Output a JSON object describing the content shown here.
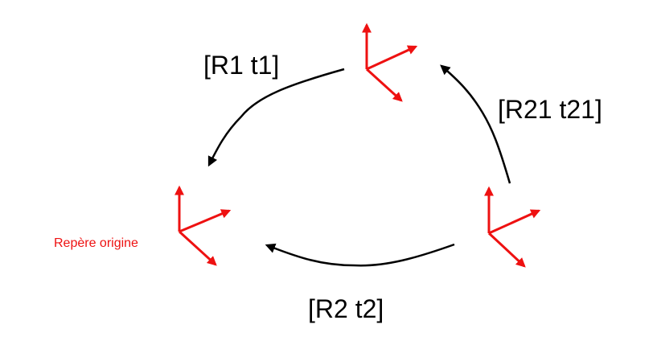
{
  "colors": {
    "frame": "#ee1111",
    "arrow": "#000000",
    "background": "#ffffff"
  },
  "labels": {
    "transform_r1_t1": "[R1 t1]",
    "transform_r21_t21": "[R21 t21]",
    "transform_r2_t2": "[R2 t2]",
    "origin_frame": "Repère origine"
  }
}
